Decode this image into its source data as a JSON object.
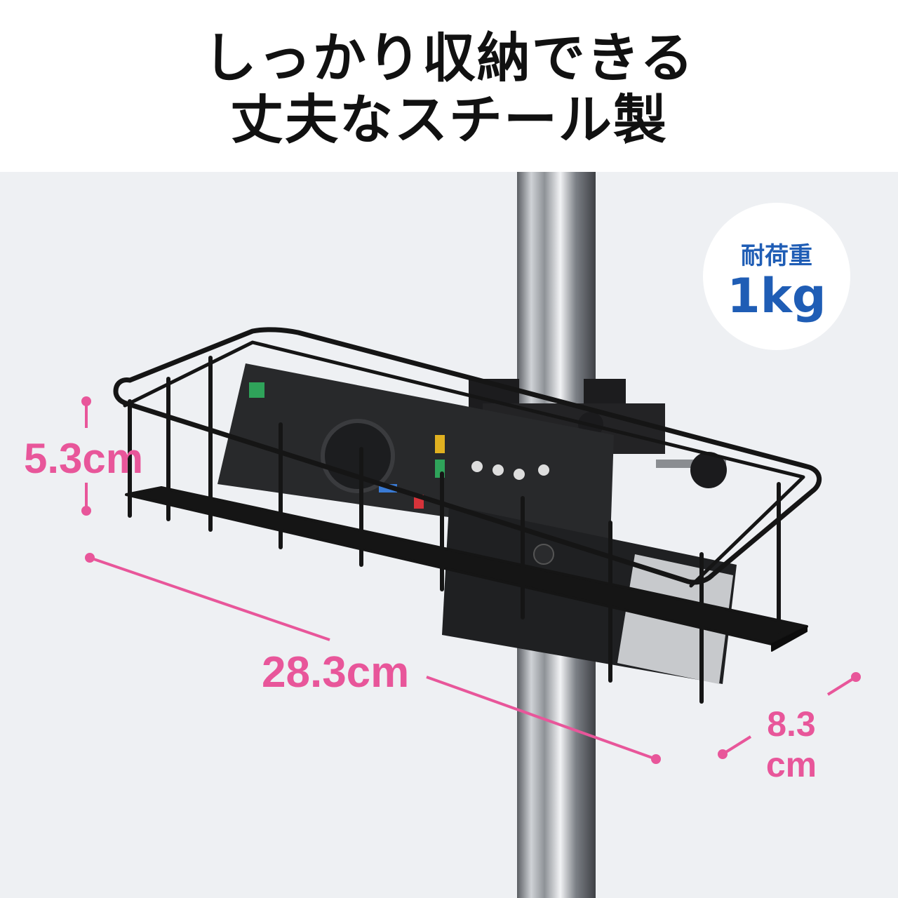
{
  "header": {
    "headline_line1": "しっかり収納できる",
    "headline_line2": "丈夫なスチール製"
  },
  "badge": {
    "label": "耐荷重",
    "value": "1kg"
  },
  "dimensions": {
    "height": "5.3cm",
    "width": "28.3cm",
    "depth_number": "8.3",
    "depth_unit": "cm"
  },
  "colors": {
    "headline": "#111111",
    "badge_text": "#1f5db5",
    "dimension": "#e8569a",
    "background": "#eef0f3"
  }
}
